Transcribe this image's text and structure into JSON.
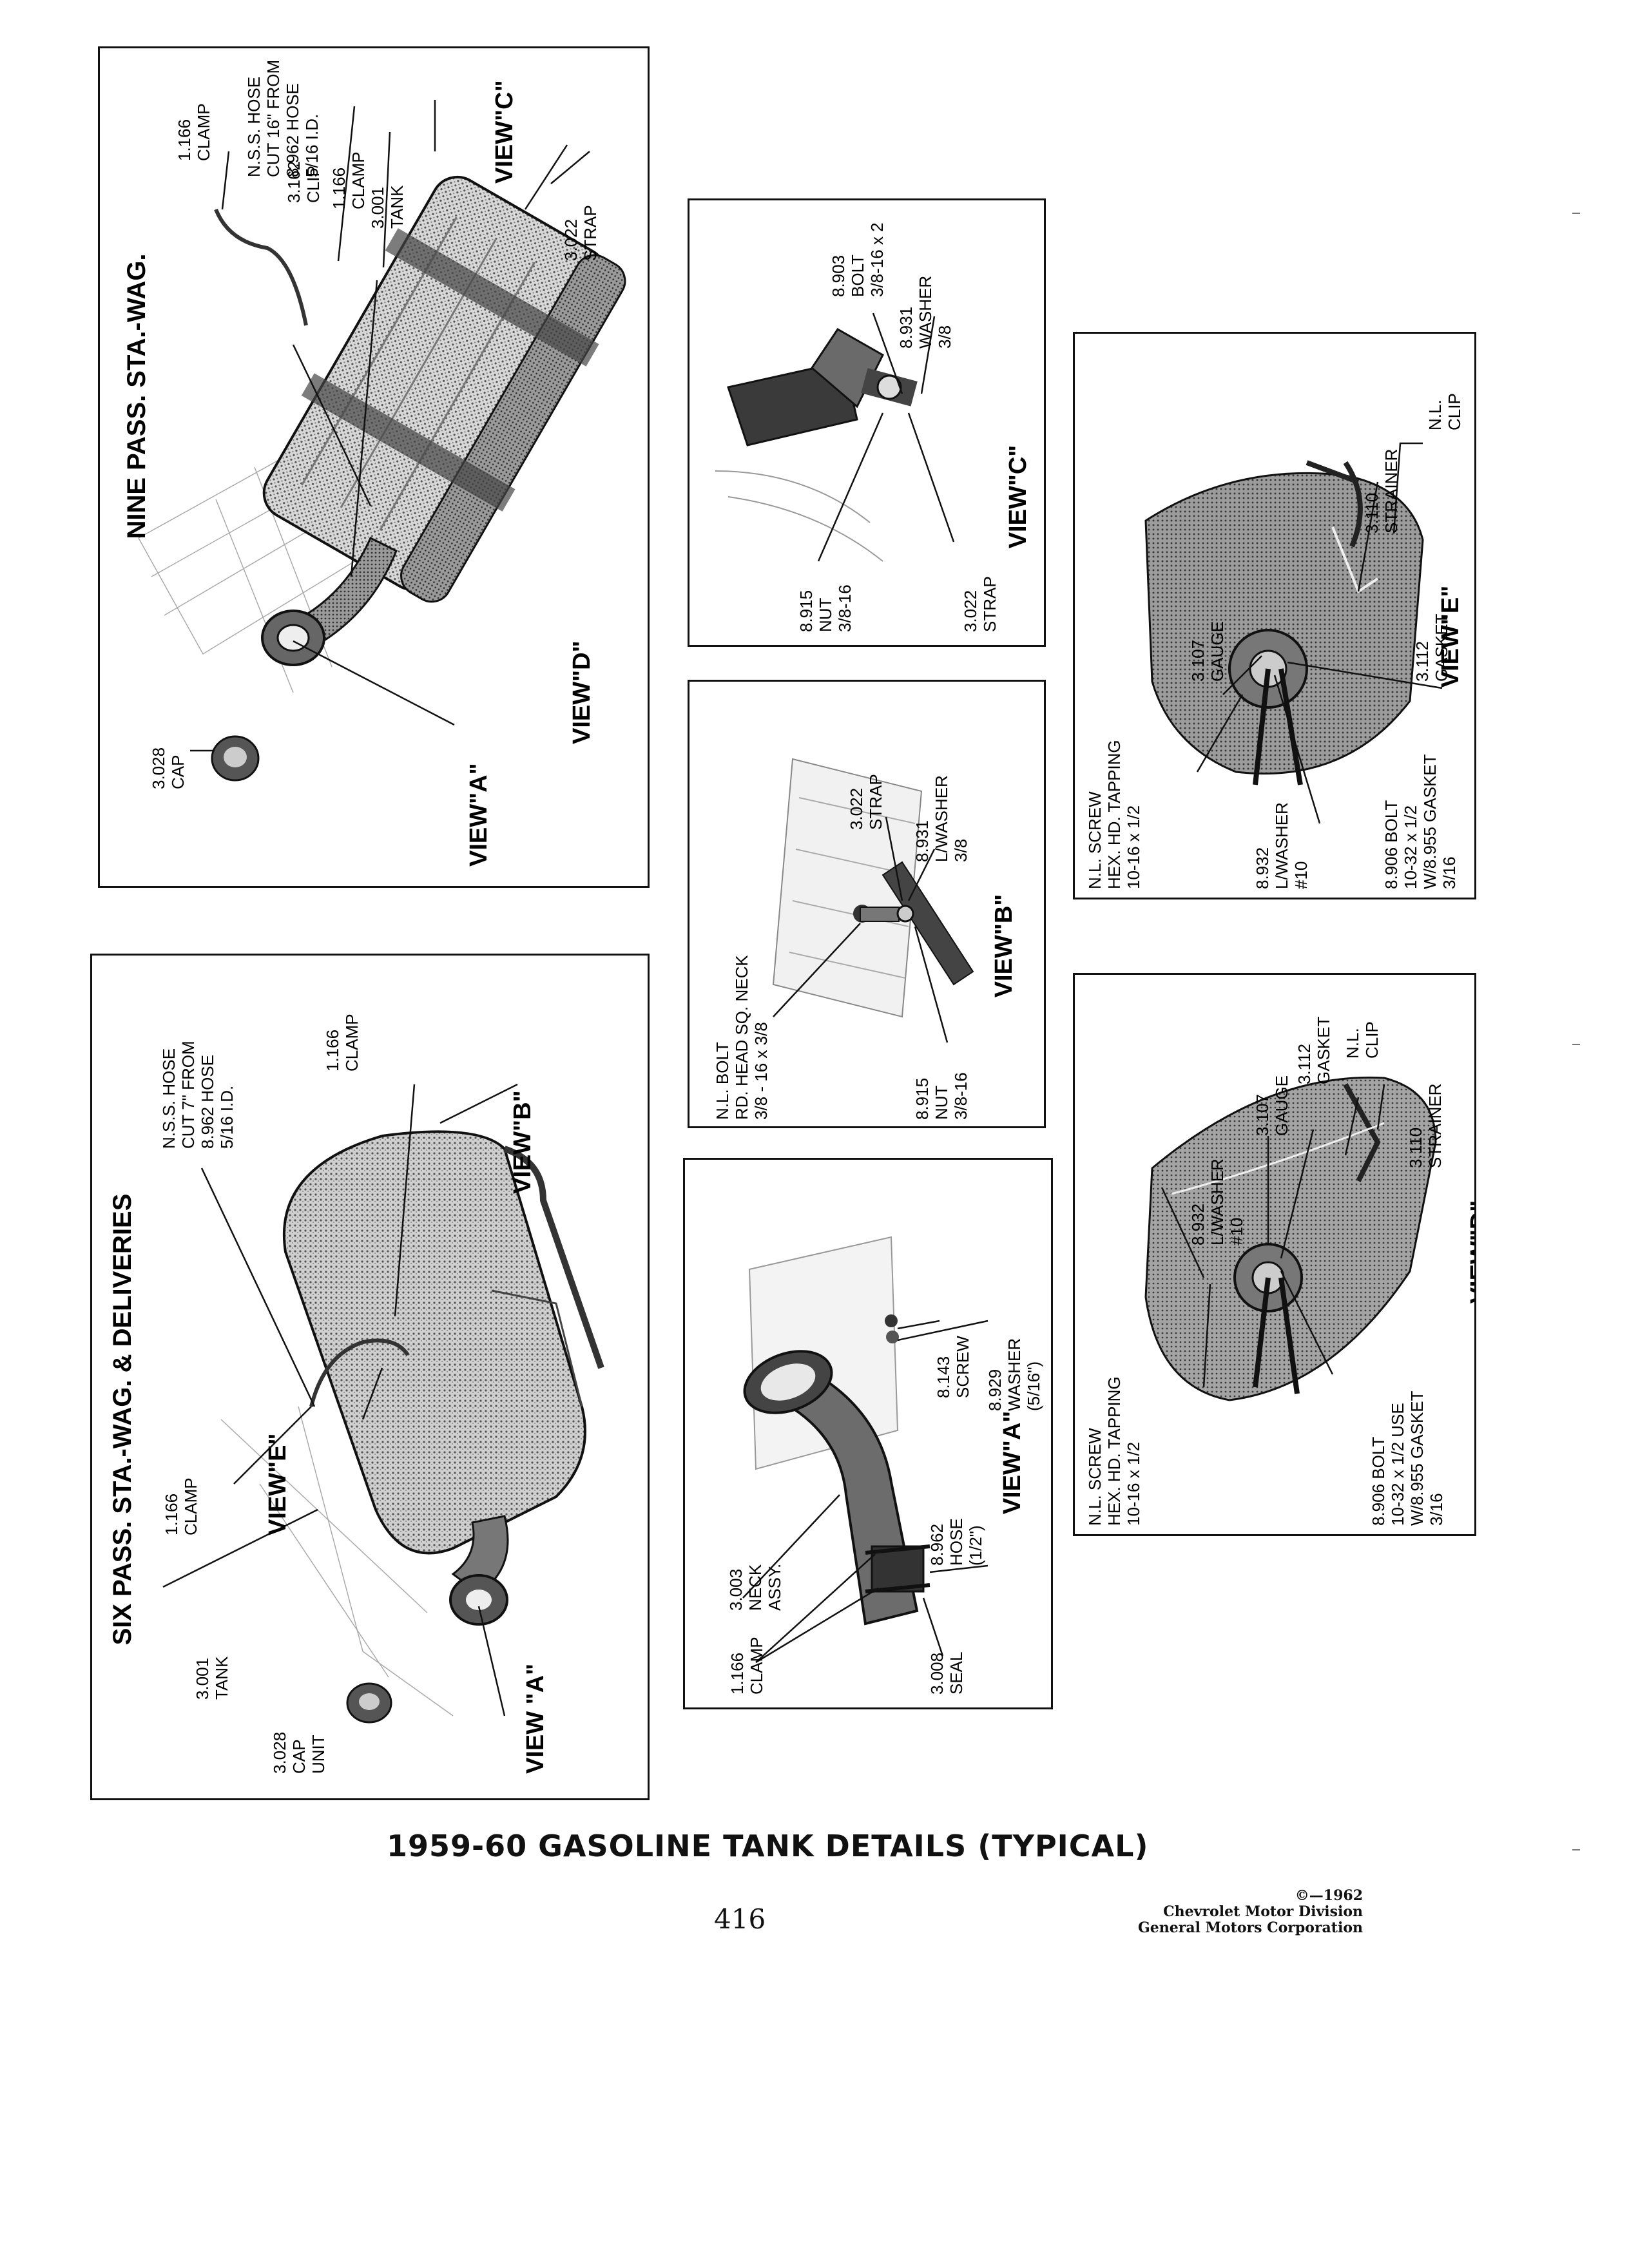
{
  "page": {
    "title": "1959-60 GASOLINE TANK DETAILS (TYPICAL)",
    "page_number": "416",
    "copyright": [
      "©—1962",
      "Chevrolet Motor Division",
      "General Motors Corporation"
    ]
  },
  "nine_pass": {
    "heading": "NINE PASS. STA.-WAG.",
    "view_c": "VIEW\"C\"",
    "view_d": "VIEW\"D\"",
    "view_a": "VIEW\"A\"",
    "cap": [
      "3.028",
      "CAP"
    ],
    "clamp_a": [
      "1.166",
      "CLAMP"
    ],
    "hose": [
      "N.S.S. HOSE",
      "CUT 16\" FROM",
      "8.962 HOSE",
      "5/16 I.D."
    ],
    "clip": [
      "3.162",
      "CLIP"
    ],
    "clamp_b": [
      "1.166",
      "CLAMP"
    ],
    "tank": [
      "3.001",
      "TANK"
    ],
    "strap": [
      "3.022",
      "STRAP"
    ]
  },
  "six_pass": {
    "heading": "SIX PASS. STA.-WAG. & DELIVERIES",
    "view_b": "VIEW\"B\"",
    "view_e": "VIEW\"E\"",
    "view_a": "VIEW \"A\"",
    "hose": [
      "N.S.S. HOSE",
      "CUT 7\" FROM",
      "8.962 HOSE",
      "5/16 I.D."
    ],
    "clamp_top": [
      "1.166",
      "CLAMP"
    ],
    "clamp_left": [
      "1.166",
      "CLAMP"
    ],
    "tank": [
      "3.001",
      "TANK"
    ],
    "cap": [
      "3.028",
      "CAP",
      "UNIT"
    ]
  },
  "view_c": {
    "title": "VIEW\"C\"",
    "bolt": [
      "8.903",
      "BOLT",
      "3/8-16 x 2"
    ],
    "washer": [
      "8.931",
      "WASHER",
      "3/8"
    ],
    "nut": [
      "8.915",
      "NUT",
      "3/8-16"
    ],
    "strap": [
      "3.022",
      "STRAP"
    ]
  },
  "view_b": {
    "title": "VIEW\"B\"",
    "bolt": [
      "N.L. BOLT",
      "RD. HEAD SQ. NECK",
      "3/8 - 16 x 3/8"
    ],
    "strap": [
      "3.022",
      "STRAP"
    ],
    "washer": [
      "8.931",
      "L/WASHER",
      "3/8"
    ],
    "nut": [
      "8.915",
      "NUT",
      "3/8-16"
    ]
  },
  "view_a": {
    "title": "VIEW\"A\"",
    "screw": [
      "8.143",
      "SCREW"
    ],
    "washer": [
      "8.929",
      "WASHER",
      "(5/16\")"
    ],
    "neck": [
      "3.003",
      "NECK",
      "ASSY."
    ],
    "clamp": [
      "1.166",
      "CLAMP"
    ],
    "hose": [
      "8.962",
      "HOSE",
      "(1/2\")"
    ],
    "seal": [
      "3.008",
      "SEAL"
    ]
  },
  "view_e": {
    "title": "VIEW\"E\"",
    "clip": [
      "N.L.",
      "CLIP"
    ],
    "strainer": [
      "3.110",
      "STRAINER"
    ],
    "gauge": [
      "3.107",
      "GAUGE"
    ],
    "gasket": [
      "3.112",
      "GASKET"
    ],
    "screw": [
      "N.L. SCREW",
      "HEX. HD. TAPPING",
      "10-16 x 1/2"
    ],
    "washer": [
      "8.932",
      "L/WASHER",
      "#10"
    ],
    "bolt": [
      "8.906 BOLT",
      "10-32 x 1/2",
      "W/8.955 GASKET",
      "3/16"
    ],
    "bolt_gasket": "GASKET"
  },
  "view_d": {
    "title": "VIEW\"D\"",
    "gauge": [
      "3.107",
      "GAUGE"
    ],
    "gasket": [
      "3.112",
      "GASKET"
    ],
    "clip": [
      "N.L.",
      "CLIP"
    ],
    "strainer": [
      "3.110",
      "STRAINER"
    ],
    "washer": [
      "8.932",
      "L/WASHER",
      "#10"
    ],
    "screw": [
      "N.L. SCREW",
      "HEX. HD. TAPPING",
      "10-16 x 1/2"
    ],
    "bolt": [
      "8.906 BOLT",
      "10-32 x 1/2 USE",
      "W/8.955 GASKET",
      "3/16"
    ],
    "bolt_gasket": "GASKET"
  }
}
